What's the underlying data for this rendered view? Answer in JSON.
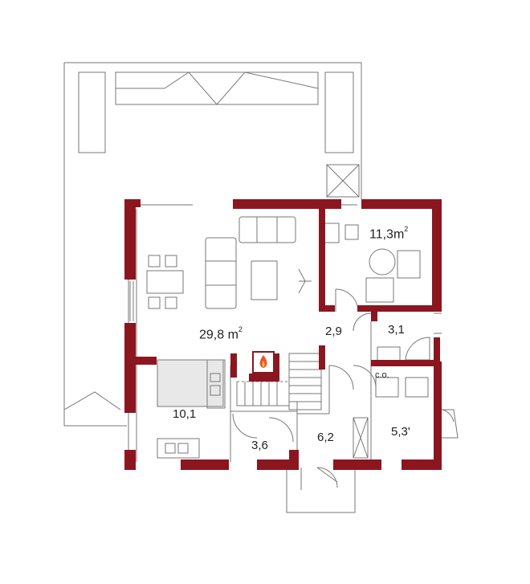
{
  "colors": {
    "wall": "#8c1620",
    "line": "#777777",
    "floor_fill": "#e8e8e8",
    "text": "#222222",
    "flame": "#e8572a"
  },
  "rooms": {
    "living": {
      "area": "29,8",
      "unit": "m",
      "exp": "2"
    },
    "office": {
      "area": "11,3",
      "unit": "m",
      "exp": "2"
    },
    "hall": {
      "area": "2,9"
    },
    "wc": {
      "area": "3,1"
    },
    "kitchen": {
      "area": "10,1"
    },
    "pantry": {
      "area": "3,6"
    },
    "entrance": {
      "area": "6,2"
    },
    "utility": {
      "area": "5,3",
      "mark": "'"
    }
  },
  "fixtures": {
    "co_label": "c.o."
  },
  "icons": {
    "fireplace": "fireplace-icon"
  }
}
